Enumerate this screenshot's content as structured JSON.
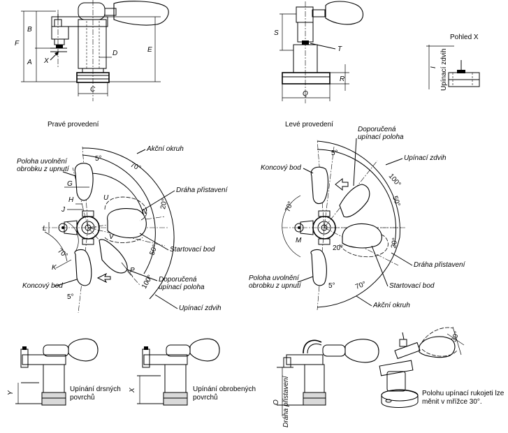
{
  "top_views": {
    "dims_left": [
      "F",
      "B",
      "A",
      "X",
      "D",
      "E",
      "C"
    ],
    "dims_right": [
      "S",
      "T",
      "R",
      "Q"
    ],
    "view_x": {
      "title": "Pohled X",
      "dim": "I",
      "label": "Upínací zdvih"
    }
  },
  "right_variant": {
    "title": "Pravé provedení",
    "labels": {
      "akcni_okruh": "Akční okruh",
      "poloha_uvolneni_l1": "Poloha uvolnění",
      "poloha_uvolneni_l2": "obrobku z upnutí",
      "draha_pristaveni": "Dráha přistavení",
      "startovaci_bod": "Startovací bod",
      "doporucena_l1": "Doporučená",
      "doporucena_l2": "upínací poloha",
      "koncovy_bod": "Koncový bod",
      "upinaci_zdvih": "Upínací zdvih"
    },
    "angles": [
      "5°",
      "70°",
      "20°",
      "50°",
      "100°",
      "70°",
      "5°"
    ],
    "dims": [
      "G",
      "H",
      "J",
      "L",
      "K",
      "U",
      "N",
      "V",
      "P"
    ]
  },
  "left_variant": {
    "title": "Levé provedení",
    "labels": {
      "doporucena_l1": "Doporučená",
      "doporucena_l2": "upínací poloha",
      "koncovy_bod": "Koncový bod",
      "upinaci_zdvih": "Upínací zdvih",
      "draha_pristaveni": "Dráha přistavení",
      "startovaci_bod": "Startovací bod",
      "poloha_uvolneni_l1": "Poloha uvolnění",
      "poloha_uvolneni_l2": "obrobku z upnutí",
      "akcni_okruh": "Akční okruh"
    },
    "angles": [
      "5°",
      "100°",
      "70°",
      "50°",
      "20°",
      "20°",
      "5°",
      "70°"
    ],
    "dims": [
      "M"
    ]
  },
  "bottom": {
    "rough": {
      "dim": "Y",
      "l1": "Upínání drsných",
      "l2": "povrchů"
    },
    "machined": {
      "dim": "X",
      "l1": "Upínání obrobených",
      "l2": "povrchů"
    },
    "approach": {
      "dim": "O",
      "label": "Dráha přistavení"
    },
    "grid": {
      "angle": "30°",
      "l1": "Polohu upínací rukojeti lze",
      "l2": "měnit v mřížce 30°."
    }
  }
}
